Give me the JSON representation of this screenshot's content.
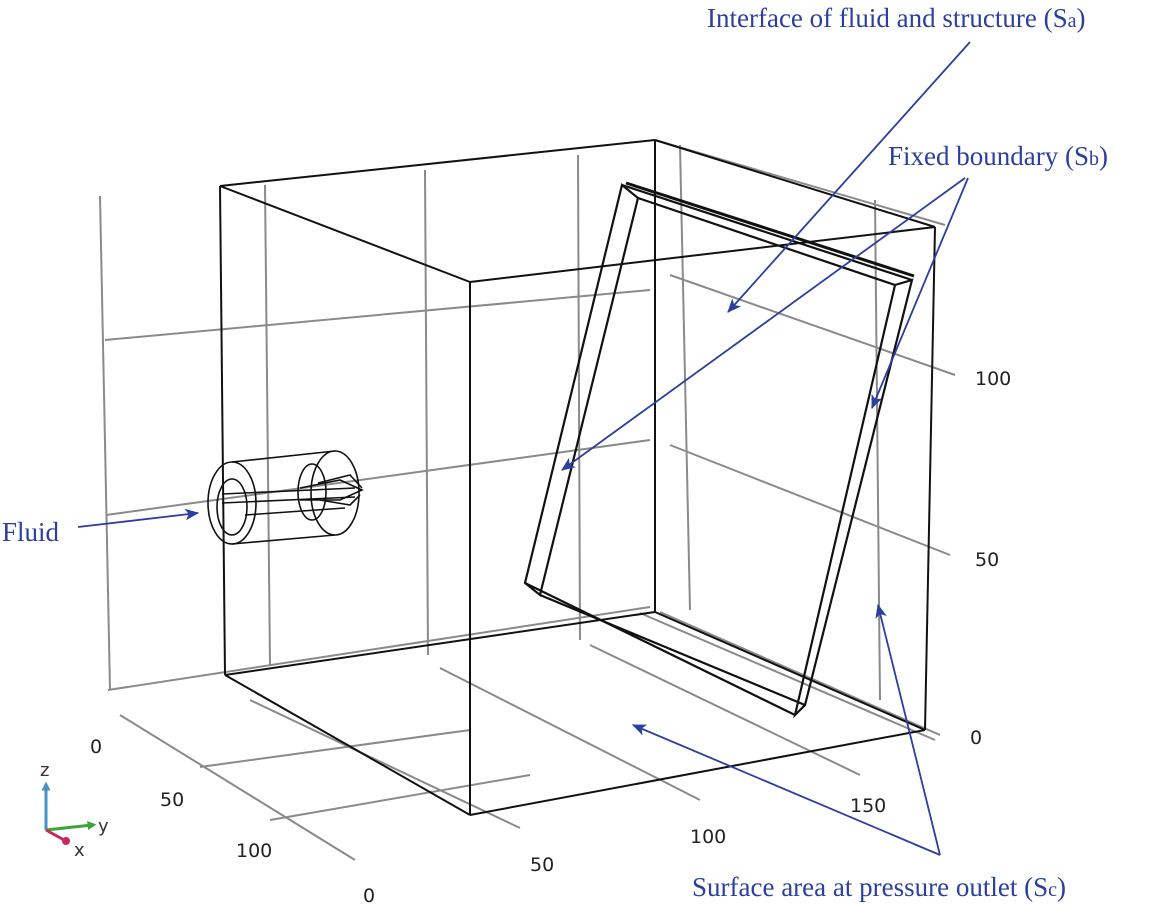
{
  "colors": {
    "annotation": "#2b3f9e",
    "grid": "#8a8a8a",
    "geometry": "#111111",
    "axis_z": "#4a90c8",
    "axis_y": "#3aa63a",
    "axis_x": "#c8285a"
  },
  "annotations": {
    "interface": {
      "main": "Interface of fluid and structure (S",
      "sub": "a",
      "end": ")"
    },
    "fixed": {
      "main": "Fixed boundary (S",
      "sub": "b",
      "end": ")"
    },
    "fluid": {
      "main": "Fluid",
      "sub": "",
      "end": ""
    },
    "outlet": {
      "main": "Surface area at pressure outlet (S",
      "sub": "c",
      "end": ")"
    }
  },
  "ticks": {
    "z": [
      "100",
      "50",
      "0"
    ],
    "x": [
      "0",
      "50",
      "100"
    ],
    "y": [
      "0",
      "50",
      "100",
      "150"
    ]
  },
  "triad": {
    "z": "z",
    "y": "y",
    "x": "x"
  }
}
